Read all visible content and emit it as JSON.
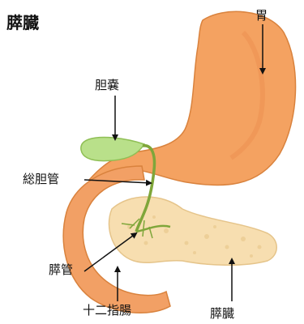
{
  "diagram": {
    "title": "膵臓",
    "labels": {
      "stomach": "胃",
      "gallbladder": "胆嚢",
      "common_bile_duct": "総胆管",
      "pancreatic_duct": "膵管",
      "duodenum": "十二指腸",
      "pancreas": "膵臓"
    }
  },
  "colors": {
    "stomach": "#f4a261",
    "stomach_shade": "#e88848",
    "duodenum": "#f2a065",
    "pancreas": "#f7deb0",
    "gallbladder": "#b9e08a",
    "bile_duct": "#7fa63a",
    "arrow": "#111111"
  }
}
